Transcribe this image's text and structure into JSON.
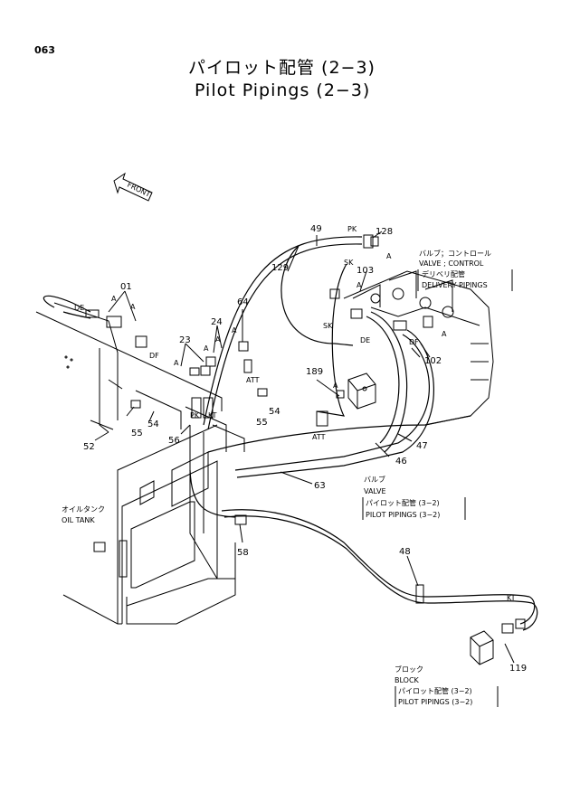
{
  "page": {
    "number": "063",
    "title_jp": "パイロット配管 (2−3)",
    "title_en": "Pilot Pipings (2−3)"
  },
  "labels": {
    "front": "FRONT",
    "valve_control_jp": "バルブ；コントロール",
    "valve_control_en": "VALVE ; CONTROL",
    "delivery_jp": "デリベリ配管",
    "delivery_en": "DELIVERY PIPINGS",
    "valve_jp": "バルブ",
    "valve_en": "VALVE",
    "pilot_jp_1": "パイロット配管 (3−2)",
    "pilot_en_1": "PILOT PIPINGS (3−2)",
    "oil_tank_jp": "オイルタンク",
    "oil_tank_en": "OIL TANK",
    "block_jp": "ブロック",
    "block_en": "BLOCK",
    "pilot_jp_2": "パイロット配管 (3−2)",
    "pilot_en_2": "PILOT PIPINGS (3−2)"
  },
  "part_numbers": {
    "p01": "01",
    "p23": "23",
    "p24": "24",
    "p64": "64",
    "p49": "49",
    "p128": "128",
    "p129": "129",
    "p103": "103",
    "p102": "102",
    "p189": "189",
    "p47": "47",
    "p46": "46",
    "p63": "63",
    "p52": "52",
    "p54a": "54",
    "p54b": "54",
    "p55a": "55",
    "p55b": "55",
    "p56": "56",
    "p58": "58",
    "p48": "48",
    "p119": "119"
  },
  "port_labels": {
    "de1": "DE",
    "df1": "DF",
    "a1": "A",
    "a2": "A",
    "a3": "A",
    "a4": "A",
    "a5": "A",
    "a6": "A",
    "a7": "A",
    "a8": "A",
    "a9": "A",
    "a10": "A",
    "att1": "ATT",
    "att2": "ATT",
    "pk1": "PK",
    "pk2": "PK",
    "kt1": "KT",
    "kt2": "KT",
    "sk1": "SK",
    "sk2": "SK",
    "de2": "DE",
    "df2": "DF"
  }
}
